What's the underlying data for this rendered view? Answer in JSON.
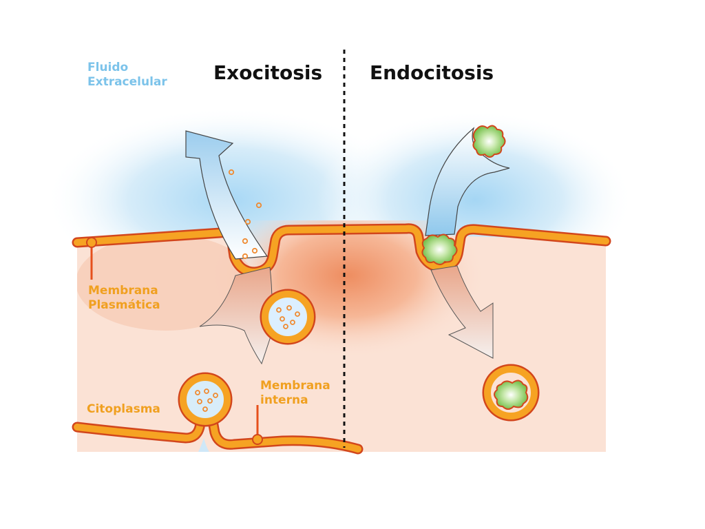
{
  "labels": {
    "fluido_line1": "Fluido",
    "fluido_line2": "Extracelular",
    "exocitosis": "Exocitosis",
    "endocitosis": "Endocitosis",
    "membrana_plasmatica_line1": "Membrana",
    "membrana_plasmatica_line2": "Plasmática",
    "citoplasma": "Citoplasma",
    "membrana_interna_line1": "Membrana",
    "membrana_interna_line2": "interna"
  },
  "colors": {
    "extracellular_fluid": "#cfe8f8",
    "cytoplasm": "#fbe1d4",
    "cytoplasm_glow": "#ee8d60",
    "membrane_fill": "#f6a323",
    "membrane_outline": "#d2461c",
    "cargo_green": "#8fcf6a",
    "label_blue": "#7cc3ea",
    "label_orange": "#f0a020"
  }
}
